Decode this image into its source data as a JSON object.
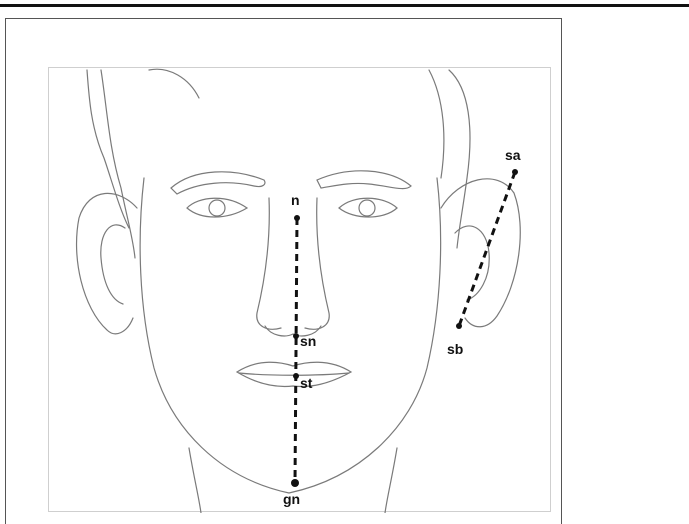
{
  "figure": {
    "landmarks": [
      {
        "id": "n",
        "label": "n"
      },
      {
        "id": "sn",
        "label": "sn"
      },
      {
        "id": "st",
        "label": "st"
      },
      {
        "id": "gn",
        "label": "gn"
      },
      {
        "id": "sa",
        "label": "sa"
      },
      {
        "id": "sb",
        "label": "sb"
      }
    ],
    "measurements": [
      {
        "from": "n",
        "to": "gn",
        "style": "dashed"
      },
      {
        "from": "sa",
        "to": "sb",
        "style": "dashed"
      }
    ],
    "colors": {
      "line": "#111111",
      "sketch": "#6e6e6e",
      "frame": "#555555"
    }
  }
}
